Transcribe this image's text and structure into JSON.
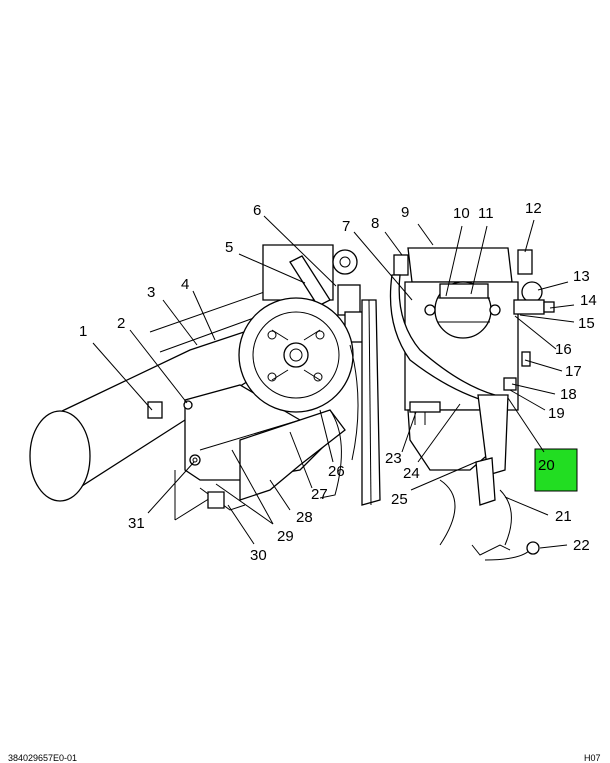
{
  "diagram": {
    "callouts": [
      "1",
      "2",
      "3",
      "4",
      "5",
      "6",
      "7",
      "8",
      "9",
      "10",
      "11",
      "12",
      "13",
      "14",
      "15",
      "16",
      "17",
      "18",
      "19",
      "20",
      "21",
      "22",
      "23",
      "24",
      "25",
      "26",
      "27",
      "28",
      "29",
      "30",
      "31"
    ],
    "highlighted_callout": "20",
    "highlight_color": "#22dd22"
  },
  "footer": {
    "left_code": "384029657E0-01",
    "right_code": "H07"
  }
}
